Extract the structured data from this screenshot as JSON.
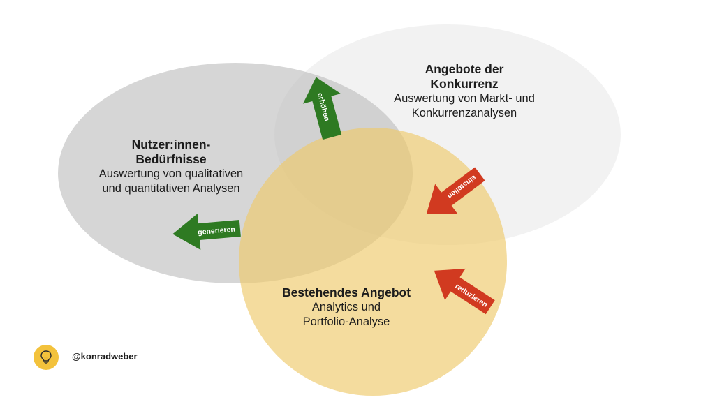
{
  "diagram": {
    "users": {
      "title_line1": "Nutzer:innen-",
      "title_line2": "Bedürfnisse",
      "sub_line1": "Auswertung von qualitativen",
      "sub_line2": "und quantitativen Analysen"
    },
    "competition": {
      "title_line1": "Angebote der",
      "title_line2": "Konkurrenz",
      "sub_line1": "Auswertung von Markt- und",
      "sub_line2": "Konkurrenzanalysen"
    },
    "offer": {
      "title": "Bestehendes Angebot",
      "sub_line1": "Analytics und",
      "sub_line2": "Portfolio-Analyse"
    },
    "arrows": {
      "raise": "erhöhen",
      "generate": "generieren",
      "adjust": "einstellen",
      "reduce": "reduzieren"
    }
  },
  "colors": {
    "users_circle": "#d4d4d4",
    "competition_circle": "#efefef",
    "offer_circle": "#f1d992",
    "green_arrow": "#2e7a22",
    "red_arrow": "#d13a20",
    "logo": "#f3c23c"
  },
  "footer": {
    "logo_icon": "lightbulb-icon",
    "handle": "@konradweber"
  }
}
